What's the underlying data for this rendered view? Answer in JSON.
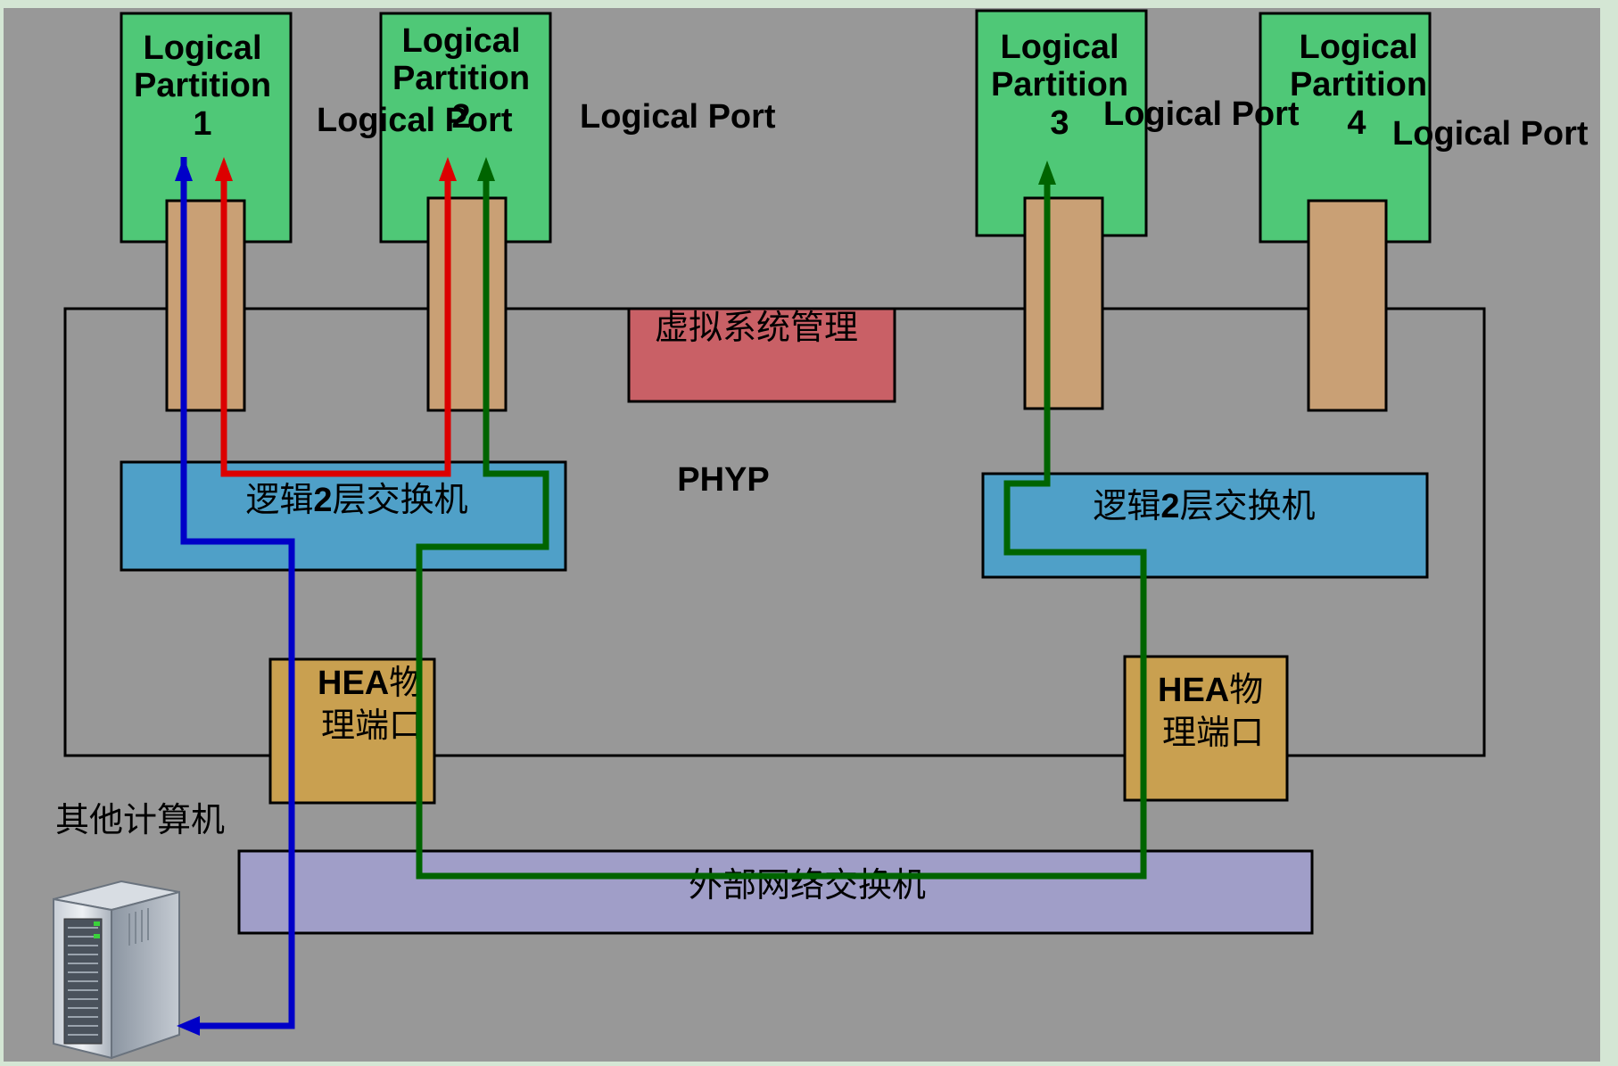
{
  "colors": {
    "page_border": "#d4e6d4",
    "canvas": "#989898",
    "partition": "#4fc877",
    "port_block": "#c9a075",
    "vsm": "#c96066",
    "l2_switch": "#4fa0c8",
    "hea_port": "#c9a050",
    "external_switch": "#a09ec8",
    "path_blue": "#0000c8",
    "path_red": "#dc0000",
    "path_green": "#006400"
  },
  "partitions": [
    {
      "line1": "Logical",
      "line2": "Partition",
      "number": "1"
    },
    {
      "line1": "Logical",
      "line2": "Partition",
      "number": "2"
    },
    {
      "line1": "Logical",
      "line2": "Partition",
      "number": "3"
    },
    {
      "line1": "Logical",
      "line2": "Partition",
      "number": "4"
    }
  ],
  "logical_port_labels": [
    "Logical Port",
    "Logical Port",
    "Logical Port",
    "Logical Port"
  ],
  "virtual_system_management": "虚拟系统管理",
  "phyp": "PHYP",
  "l2_switches": [
    {
      "pre": "逻辑",
      "num": "2",
      "post": "层交换机"
    },
    {
      "pre": "逻辑",
      "num": "2",
      "post": "层交换机"
    }
  ],
  "hea_ports": [
    {
      "line1_latin": "HEA",
      "line1_cjk": "物",
      "line2": "理端口"
    },
    {
      "line1_latin": "HEA",
      "line1_cjk": "物",
      "line2": "理端口"
    }
  ],
  "external_switch": "外部网络交换机",
  "other_computer": "其他计算机",
  "icons": {
    "computer": "server-tower-icon"
  }
}
